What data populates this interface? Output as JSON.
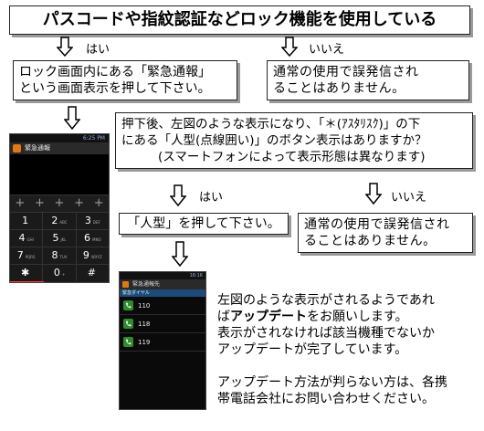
{
  "title": "パスコードや指紋認証などロック機能を使用している",
  "labels": {
    "yes": "はい",
    "no": "いいえ"
  },
  "box_yes1": [
    "ロック画面内にある「緊急通報」",
    "という画面表示を押して下さい。"
  ],
  "box_no1": [
    "通常の使用で誤発信され",
    "ることはありません。"
  ],
  "box_question": [
    "押下後、左図のような表示になり、「＊(ｱｽﾀﾘｽｸ)」の下",
    "にある「人型(点線囲い)」のボタン表示はありますか？",
    "(スマートフォンによって表示形態は異なります)"
  ],
  "box_yes2": "「人型」を押して下さい。",
  "box_no2": [
    "通常の使用で誤発信され",
    "ることはありません。"
  ],
  "final_text": {
    "l1": "左図のような表示がされるようであれ",
    "l2_pre": "ば",
    "l2_bold": "アップデート",
    "l2_post": "をお願いします。",
    "l3": "表示がされなければ該当機種でないか",
    "l4": "アップデートが完了しています。",
    "l5": "アップデート方法が判らない方は、各携",
    "l6": "帯電話会社にお問い合わせください。"
  },
  "phone1": {
    "status": "6:25 PM",
    "header": "緊急通報",
    "plus": [
      "+",
      "+",
      "+",
      "+",
      "+"
    ],
    "keys": [
      {
        "k": "1",
        "s": ""
      },
      {
        "k": "2",
        "s": "ABC"
      },
      {
        "k": "3",
        "s": "DEF"
      },
      {
        "k": "4",
        "s": "GHI"
      },
      {
        "k": "5",
        "s": "JKL"
      },
      {
        "k": "6",
        "s": "MNO"
      },
      {
        "k": "7",
        "s": "PQRS"
      },
      {
        "k": "8",
        "s": "TUV"
      },
      {
        "k": "9",
        "s": "WXYZ"
      },
      {
        "k": "✱",
        "s": ""
      },
      {
        "k": "0",
        "s": "+"
      },
      {
        "k": "#",
        "s": ""
      }
    ]
  },
  "phone2": {
    "status": "18:16",
    "header": "緊急通報先",
    "sub": "緊急ダイヤル",
    "numbers": [
      "110",
      "118",
      "119"
    ]
  },
  "colors": {
    "accent_red": "#cc1a1a",
    "call_green": "#2e8b2e",
    "shadow": "#9a9a9a"
  }
}
